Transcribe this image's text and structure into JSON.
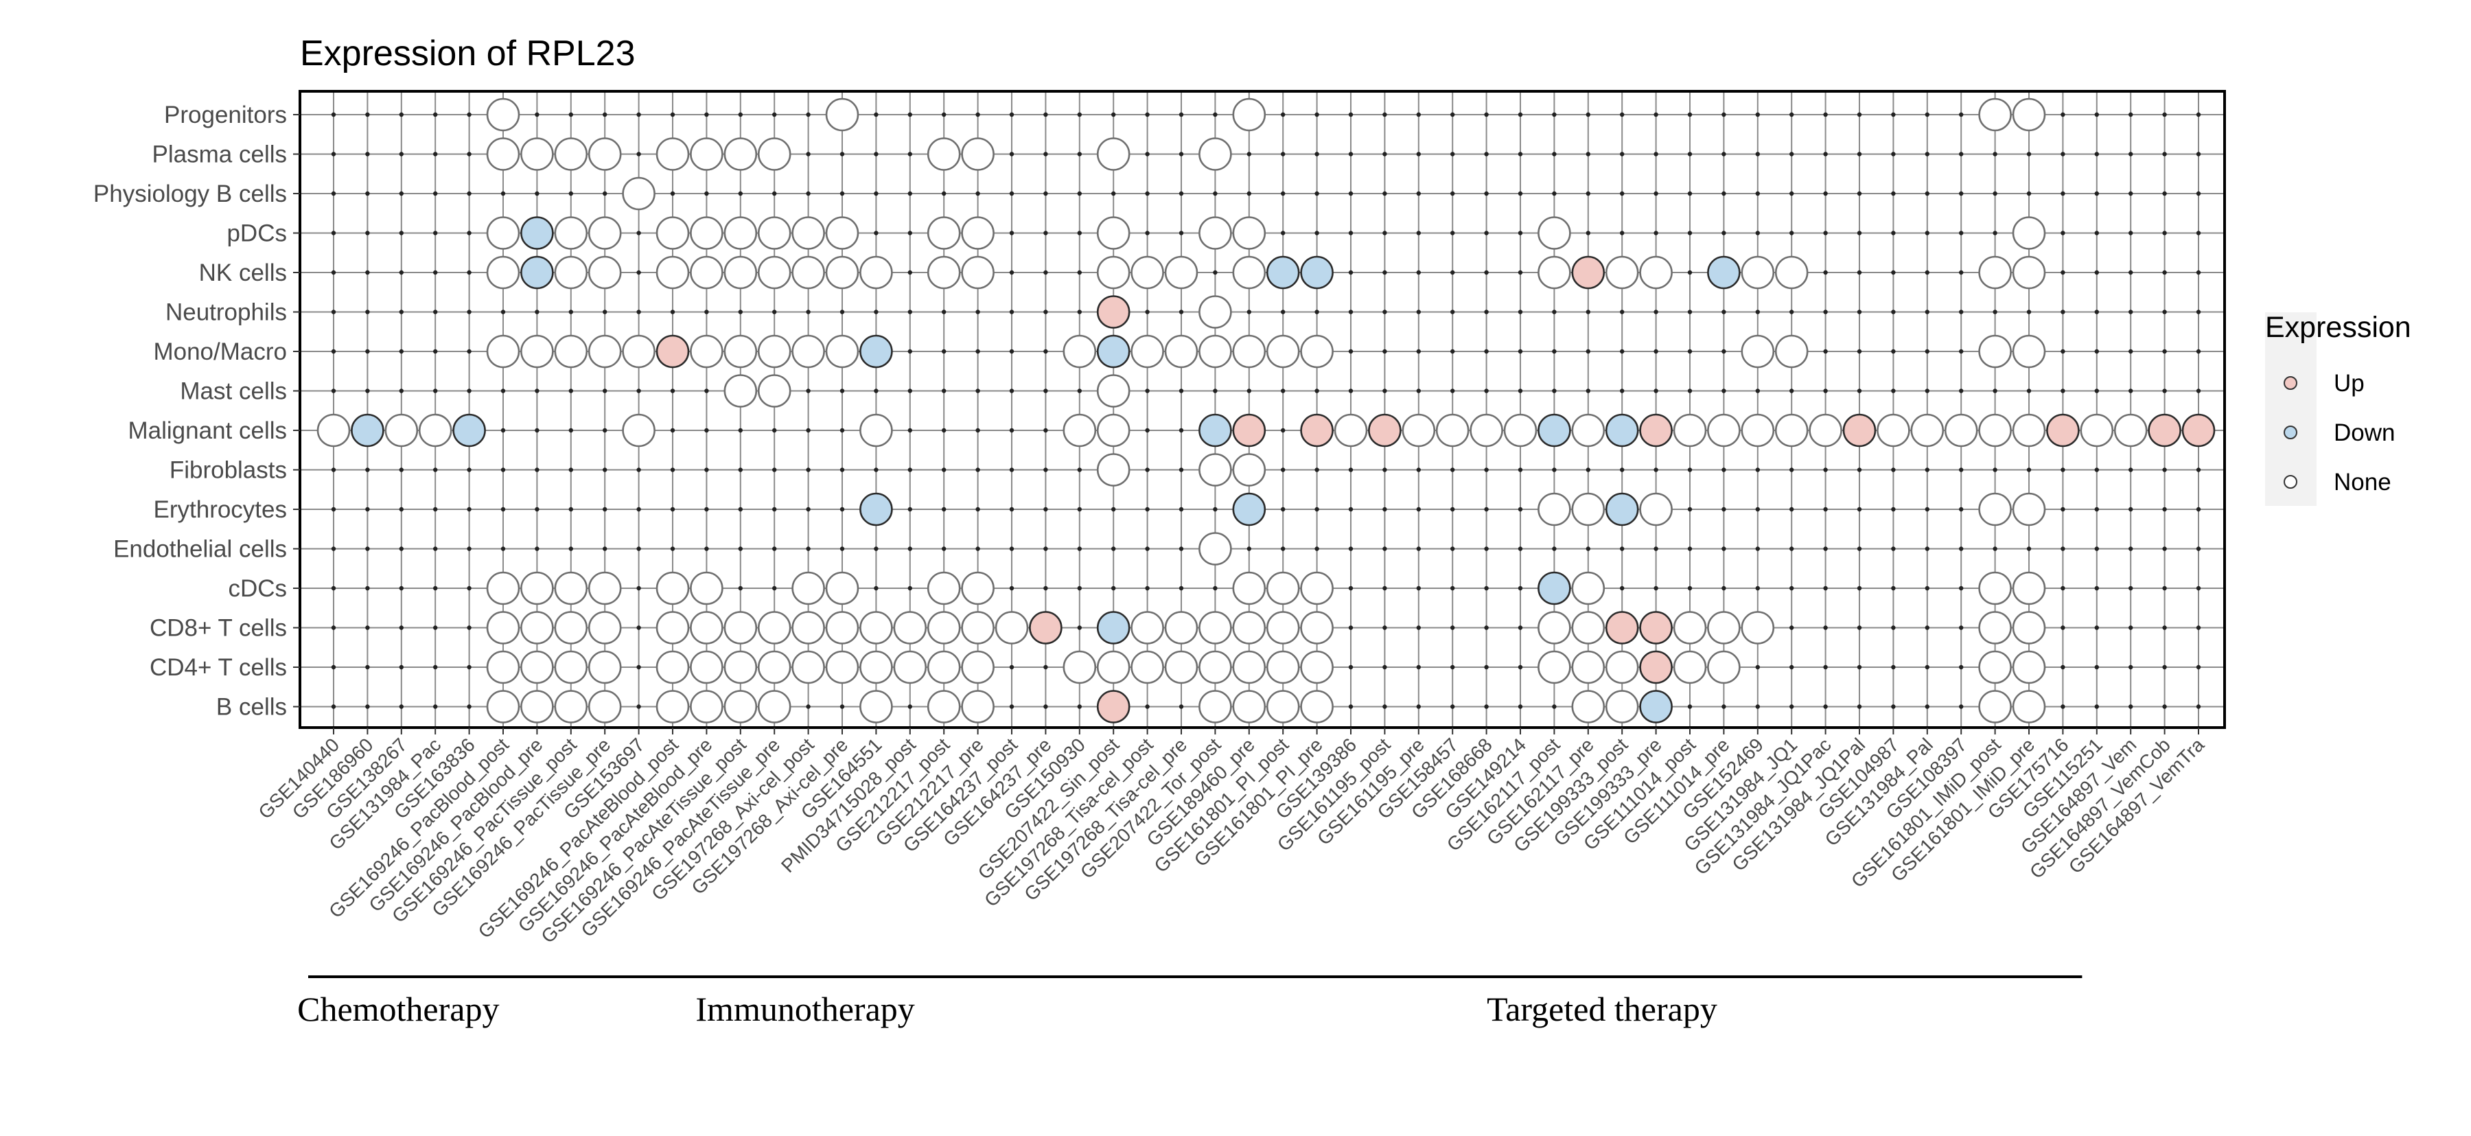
{
  "chart_data": {
    "type": "dot-matrix",
    "title": "Expression of RPL23",
    "legend": {
      "title": "Expression",
      "position": "right",
      "items": [
        {
          "label": "Up",
          "color": "#f2c9c4"
        },
        {
          "label": "Down",
          "color": "#bcd8ec"
        },
        {
          "label": "None",
          "color": "#ffffff"
        }
      ]
    },
    "colors": {
      "up": "#f2c9c4",
      "down": "#bcd8ec",
      "none": "#ffffff",
      "grid": "#8a8a8a",
      "frame": "#000000"
    },
    "rows": [
      "Progenitors",
      "Plasma cells",
      "Physiology B cells",
      "pDCs",
      "NK cells",
      "Neutrophils",
      "Mono/Macro",
      "Mast cells",
      "Malignant cells",
      "Fibroblasts",
      "Erythrocytes",
      "Endothelial cells",
      "cDCs",
      "CD8+ T cells",
      "CD4+ T cells",
      "B cells"
    ],
    "columns": [
      "GSE140440",
      "GSE186960",
      "GSE138267",
      "GSE131984_Pac",
      "GSE163836",
      "GSE169246_PacBlood_post",
      "GSE169246_PacBlood_pre",
      "GSE169246_PacTissue_post",
      "GSE169246_PacTissue_pre",
      "GSE153697",
      "GSE169246_PacAteBlood_post",
      "GSE169246_PacAteBlood_pre",
      "GSE169246_PacAteTissue_post",
      "GSE169246_PacAteTissue_pre",
      "GSE197268_Axi-cel_post",
      "GSE197268_Axi-cel_pre",
      "GSE164551",
      "PMID34715028_post",
      "GSE212217_post",
      "GSE212217_pre",
      "GSE164237_post",
      "GSE164237_pre",
      "GSE150930",
      "GSE207422_Sin_post",
      "GSE197268_Tisa-cel_post",
      "GSE197268_Tisa-cel_pre",
      "GSE207422_Tor_post",
      "GSE189460_pre",
      "GSE161801_PI_post",
      "GSE161801_PI_pre",
      "GSE139386",
      "GSE161195_post",
      "GSE161195_pre",
      "GSE158457",
      "GSE168668",
      "GSE149214",
      "GSE162117_post",
      "GSE162117_pre",
      "GSE199333_post",
      "GSE199333_pre",
      "GSE111014_post",
      "GSE111014_pre",
      "GSE152469",
      "GSE131984_JQ1",
      "GSE131984_JQ1Pac",
      "GSE131984_JQ1Pal",
      "GSE104987",
      "GSE131984_Pal",
      "GSE108397",
      "GSE161801_IMiD_post",
      "GSE161801_IMiD_pre",
      "GSE175716",
      "GSE115251",
      "GSE164897_Vem",
      "GSE164897_VemCob",
      "GSE164897_VemTra"
    ],
    "groups": [
      {
        "label": "Chemotherapy",
        "start": 0,
        "end": 4
      },
      {
        "label": "Immunotherapy",
        "start": 5,
        "end": 23
      },
      {
        "label": "Targeted therapy",
        "start": 24,
        "end": 51
      }
    ],
    "cells": {
      "Progenitors": {
        "none": [
          5,
          15,
          27,
          49,
          50
        ]
      },
      "Plasma cells": {
        "none": [
          5,
          6,
          7,
          8,
          10,
          11,
          12,
          13,
          18,
          19,
          23,
          26
        ]
      },
      "Physiology B cells": {
        "none": [
          9
        ]
      },
      "pDCs": {
        "none": [
          5,
          7,
          8,
          10,
          11,
          12,
          13,
          14,
          15,
          18,
          19,
          23,
          26,
          27,
          36,
          50
        ],
        "down": [
          6
        ]
      },
      "NK cells": {
        "none": [
          5,
          7,
          8,
          10,
          11,
          12,
          13,
          14,
          15,
          16,
          18,
          19,
          23,
          24,
          25,
          27,
          36,
          38,
          39,
          42,
          43,
          49,
          50
        ],
        "up": [
          37
        ],
        "down": [
          6,
          28,
          29,
          41
        ]
      },
      "Neutrophils": {
        "none": [
          26
        ],
        "up": [
          23
        ]
      },
      "Mono/Macro": {
        "none": [
          5,
          6,
          7,
          8,
          9,
          11,
          12,
          13,
          14,
          15,
          22,
          24,
          25,
          26,
          27,
          28,
          29,
          42,
          43,
          49,
          50
        ],
        "up": [
          10
        ],
        "down": [
          16,
          23
        ]
      },
      "Mast cells": {
        "none": [
          12,
          13,
          23
        ]
      },
      "Malignant cells": {
        "none": [
          0,
          2,
          3,
          9,
          16,
          22,
          23,
          30,
          32,
          33,
          34,
          35,
          37,
          40,
          41,
          42,
          43,
          44,
          46,
          47,
          48,
          49,
          50,
          52,
          53
        ],
        "up": [
          27,
          29,
          31,
          39,
          45,
          51,
          54,
          55
        ],
        "down": [
          1,
          4,
          26,
          36,
          38
        ]
      },
      "Fibroblasts": {
        "none": [
          23,
          26,
          27
        ]
      },
      "Erythrocytes": {
        "none": [
          36,
          37,
          39,
          49,
          50
        ],
        "down": [
          16,
          27,
          38
        ]
      },
      "Endothelial cells": {
        "none": [
          26
        ]
      },
      "cDCs": {
        "none": [
          5,
          6,
          7,
          8,
          10,
          11,
          14,
          15,
          18,
          19,
          27,
          28,
          29,
          37,
          49,
          50
        ],
        "down": [
          36
        ]
      },
      "CD8+ T cells": {
        "none": [
          5,
          6,
          7,
          8,
          10,
          11,
          12,
          13,
          14,
          15,
          16,
          17,
          18,
          19,
          20,
          24,
          25,
          26,
          27,
          28,
          29,
          36,
          37,
          40,
          41,
          42,
          49,
          50
        ],
        "up": [
          21,
          38,
          39
        ],
        "down": [
          23
        ]
      },
      "CD4+ T cells": {
        "none": [
          5,
          6,
          7,
          8,
          10,
          11,
          12,
          13,
          14,
          15,
          16,
          17,
          18,
          19,
          22,
          23,
          24,
          25,
          26,
          27,
          28,
          29,
          36,
          37,
          38,
          40,
          41,
          49,
          50
        ],
        "up": [
          39
        ]
      },
      "B cells": {
        "none": [
          5,
          6,
          7,
          8,
          10,
          11,
          12,
          13,
          16,
          18,
          19,
          26,
          27,
          28,
          29,
          37,
          38,
          49,
          50
        ],
        "up": [
          23
        ],
        "down": [
          39
        ]
      }
    }
  }
}
